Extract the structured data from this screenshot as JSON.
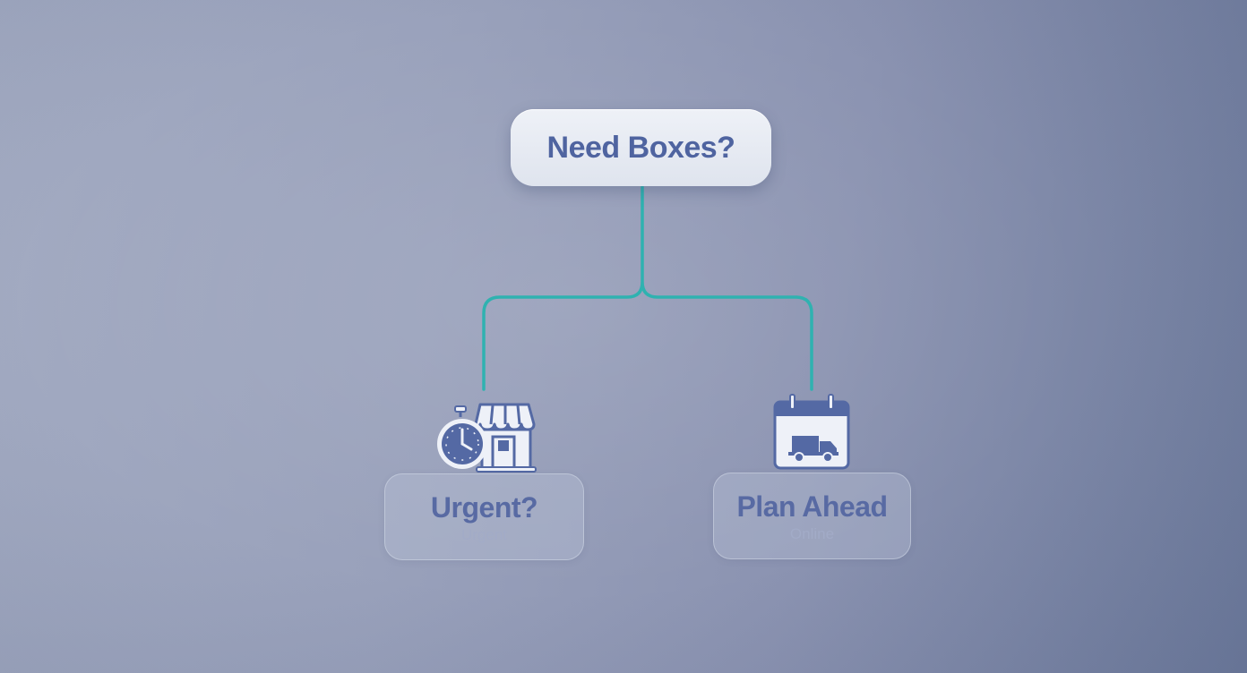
{
  "diagram": {
    "root": {
      "label": "Need Boxes?"
    },
    "branches": [
      {
        "title": "Urgent?",
        "subtitle": "Urgent",
        "icon": "stopwatch-store-icon"
      },
      {
        "title": "Plan Ahead",
        "subtitle": "Online",
        "icon": "calendar-truck-icon"
      }
    ],
    "colors": {
      "connector": "#2fb2b0",
      "accent": "#4f64a0",
      "icon_light": "#eef1f8",
      "icon_dark": "#5469a4"
    }
  }
}
